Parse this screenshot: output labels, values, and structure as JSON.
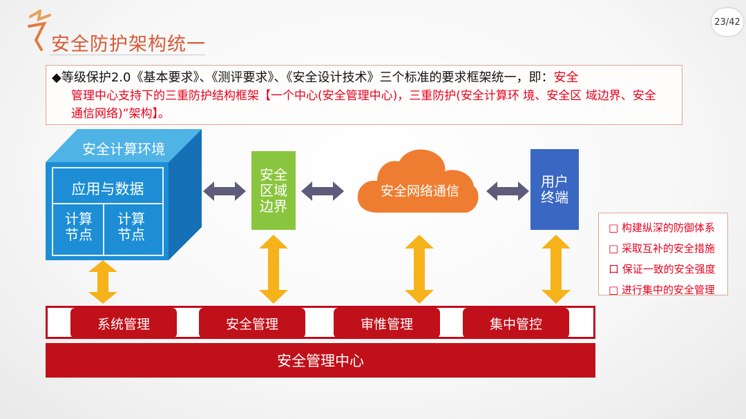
{
  "page_number": "23/42",
  "title": "安全防护架构统一",
  "intro": {
    "bullet": "◆",
    "text_black": "等级保护2.0《基本要求》、《测评要求》、《安全设计技术》三个标准的要求框架统一，即：",
    "text_red_1": "安全",
    "line2": "管理中心支持下的三重防护结构框架【一个中心(安全管理中心)，三重防护(安全计算环 境、安全区 域边界、安全",
    "line3": "通信网络)”架构】。"
  },
  "cube": {
    "top_label": "安全计算环境",
    "app_data": "应用与数据",
    "node_left": "计算\n节点",
    "node_right": "计算\n节点"
  },
  "boundary_label": "安全\n区域\n边界",
  "cloud_label": "安全网络通信",
  "user_terminal": "用户\n终端",
  "side_list": [
    "□ 构建纵深的防御体系",
    "□ 采取互补的安全措施",
    "口 保证一致的安全强度",
    "□ 进行集中的安全管理"
  ],
  "mgmt_items": [
    "系统管理",
    "安全管理",
    "审惟管理",
    "集中管控"
  ],
  "center_label": "安全管理中心",
  "colors": {
    "accent_red": "#c0101a",
    "text_red": "#e8001c",
    "cube_blue": "#1d8ed6",
    "boundary_green": "#8ac53f",
    "cloud_orange": "#ef7d31",
    "terminal_blue": "#3a67c2",
    "arrow_yellow": "#f5b21b",
    "arrow_gray": "#5f5b7a"
  }
}
